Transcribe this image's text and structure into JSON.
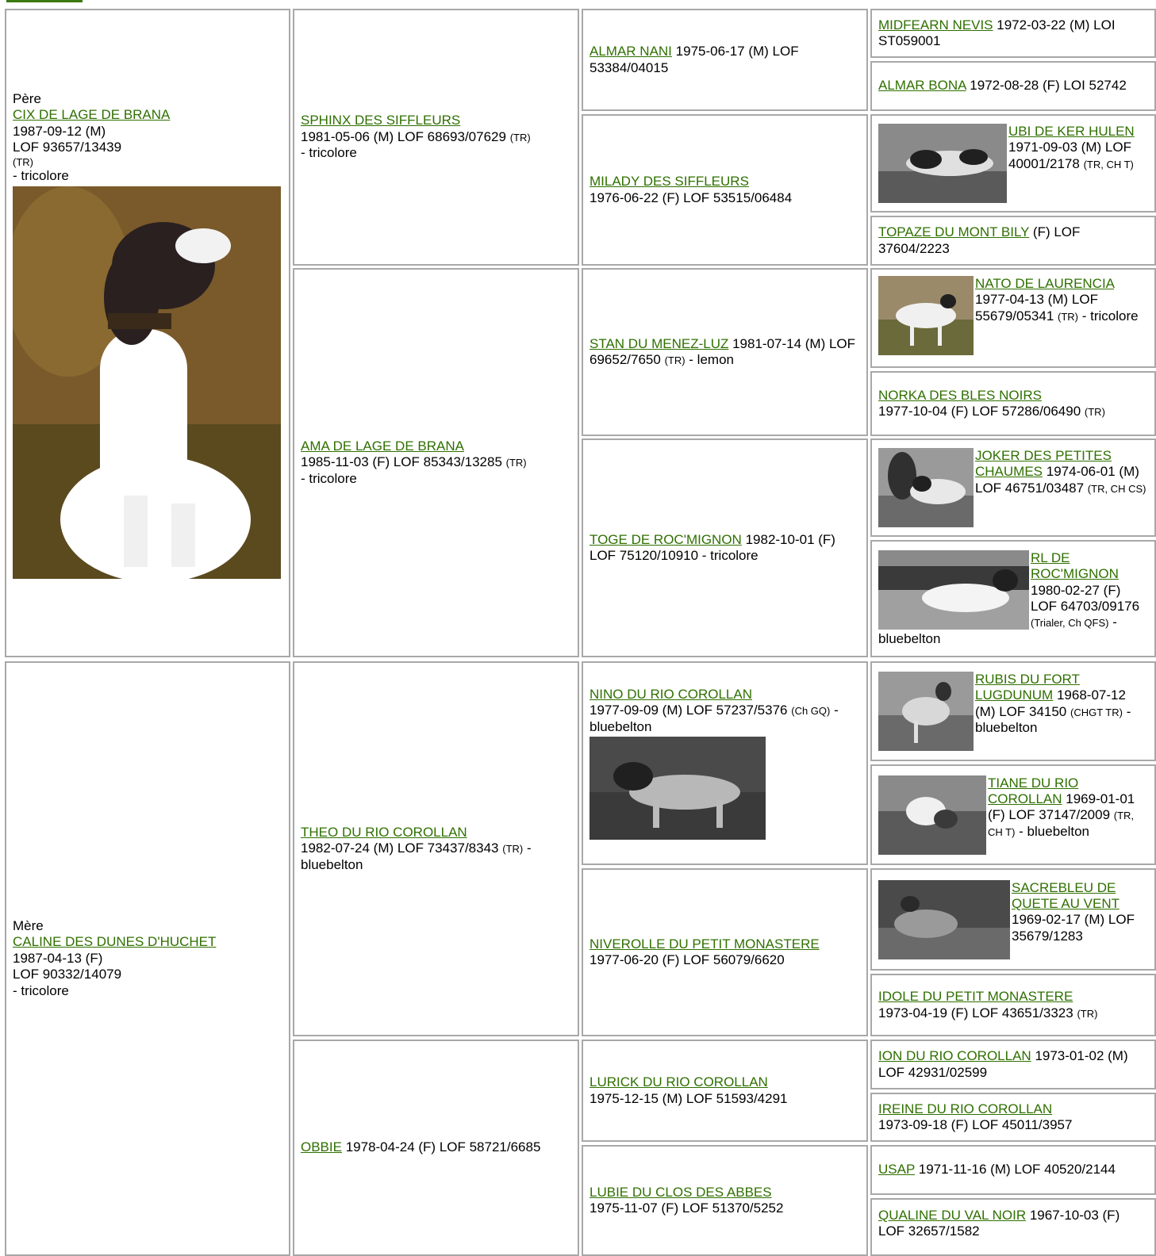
{
  "father": {
    "role": "Père",
    "name": "CIX DE LAGE DE BRANA",
    "date": "1987-09-12 (M)",
    "reg": "LOF 93657/13439",
    "title": "(TR)",
    "color": "- tricolore"
  },
  "mother": {
    "role": "Mère",
    "name": "CALINE DES DUNES D'HUCHET",
    "date": "1987-04-13 (F)",
    "reg": "LOF 90332/14079",
    "color": "- tricolore"
  },
  "g1": {
    "name": "SPHINX DES SIFFLEURS",
    "info": "1981-05-06 (M) LOF 68693/07629",
    "title": "(TR)",
    "color": "- tricolore"
  },
  "g2": {
    "name": "AMA DE LAGE DE BRANA",
    "info": "1985-11-03 (F) LOF 85343/13285",
    "title": "(TR)",
    "color": "- tricolore"
  },
  "g3": {
    "name": "THEO DU RIO COROLLAN",
    "info": "1982-07-24 (M) LOF 73437/8343",
    "title": "(TR)",
    "color": "- bluebelton"
  },
  "g4": {
    "name": "OBBIE",
    "info": "1978-04-24 (F) LOF 58721/6685"
  },
  "gg1": {
    "name": "ALMAR NANI",
    "info": "1975-06-17 (M) LOF 53384/04015"
  },
  "gg2": {
    "name": "MILADY DES SIFFLEURS",
    "info": "1976-06-22 (F) LOF 53515/06484"
  },
  "gg3": {
    "name": "STAN DU MENEZ-LUZ",
    "info": "1981-07-14 (M) LOF 69652/7650",
    "title": "(TR)",
    "color": "- lemon"
  },
  "gg4": {
    "name": "TOGE DE ROC'MIGNON",
    "info": "1982-10-01 (F) LOF 75120/10910 - tricolore"
  },
  "gg5": {
    "name": "NINO DU RIO COROLLAN",
    "info": "1977-09-09 (M) LOF 57237/5376",
    "title": "(Ch GQ)",
    "color": "- bluebelton"
  },
  "gg6": {
    "name": "NIVEROLLE DU PETIT MONASTERE",
    "info": "1977-06-20 (F) LOF 56079/6620"
  },
  "gg7": {
    "name": "LURICK DU RIO COROLLAN",
    "info": "1975-12-15 (M) LOF 51593/4291"
  },
  "gg8": {
    "name": "LUBIE DU CLOS DES ABBES",
    "info": "1975-11-07 (F) LOF 51370/5252"
  },
  "ggg1": {
    "name": "MIDFEARN NEVIS",
    "info": "1972-03-22 (M) LOI ST059001"
  },
  "ggg2": {
    "name": "ALMAR BONA",
    "info": "1972-08-28 (F) LOI 52742"
  },
  "ggg3": {
    "name": "UBI DE KER HULEN",
    "info": "1971-09-03 (M) LOF 40001/2178",
    "title": "(TR, CH T)"
  },
  "ggg4": {
    "name": "TOPAZE DU MONT BILY",
    "info": "(F) LOF 37604/2223"
  },
  "ggg5": {
    "name": "NATO DE LAURENCIA",
    "info": "1977-04-13 (M) LOF 55679/05341",
    "title": "(TR)",
    "color": "- tricolore"
  },
  "ggg6": {
    "name": "NORKA DES BLES NOIRS",
    "info": "1977-10-04 (F) LOF 57286/06490",
    "title": "(TR)"
  },
  "ggg7": {
    "name": "JOKER DES PETITES CHAUMES",
    "info": "1974-06-01 (M) LOF 46751/03487",
    "title": "(TR, CH CS)"
  },
  "ggg8": {
    "name": "RL DE ROC'MIGNON",
    "info": "1980-02-27 (F) LOF 64703/09176",
    "title": "(Trialer, Ch QFS)",
    "color": "- bluebelton"
  },
  "ggg9": {
    "name": "RUBIS DU FORT LUGDUNUM",
    "info": "1968-07-12 (M) LOF 34150",
    "title": "(CHGT TR)",
    "color": "- bluebelton"
  },
  "ggg10": {
    "name": "TIANE DU RIO COROLLAN",
    "info": "1969-01-01 (F) LOF 37147/2009",
    "title": "(TR, CH T)",
    "color": "- bluebelton"
  },
  "ggg11": {
    "name": "SACREBLEU DE QUETE AU VENT",
    "info": "1969-02-17 (M) LOF 35679/1283"
  },
  "ggg12": {
    "name": "IDOLE DU PETIT MONASTERE",
    "info": "1973-04-19 (F) LOF 43651/3323",
    "title": "(TR)"
  },
  "ggg13": {
    "name": "ION DU RIO COROLLAN",
    "info": "1973-01-02 (M) LOF 42931/02599"
  },
  "ggg14": {
    "name": "IREINE DU RIO COROLLAN",
    "info": "1973-09-18 (F) LOF 45011/3957"
  },
  "ggg15": {
    "name": "USAP",
    "info": "1971-11-16 (M) LOF 40520/2144"
  },
  "ggg16": {
    "name": "QUALINE DU VAL NOIR",
    "info": "1967-10-03 (F) LOF 32657/1582"
  }
}
